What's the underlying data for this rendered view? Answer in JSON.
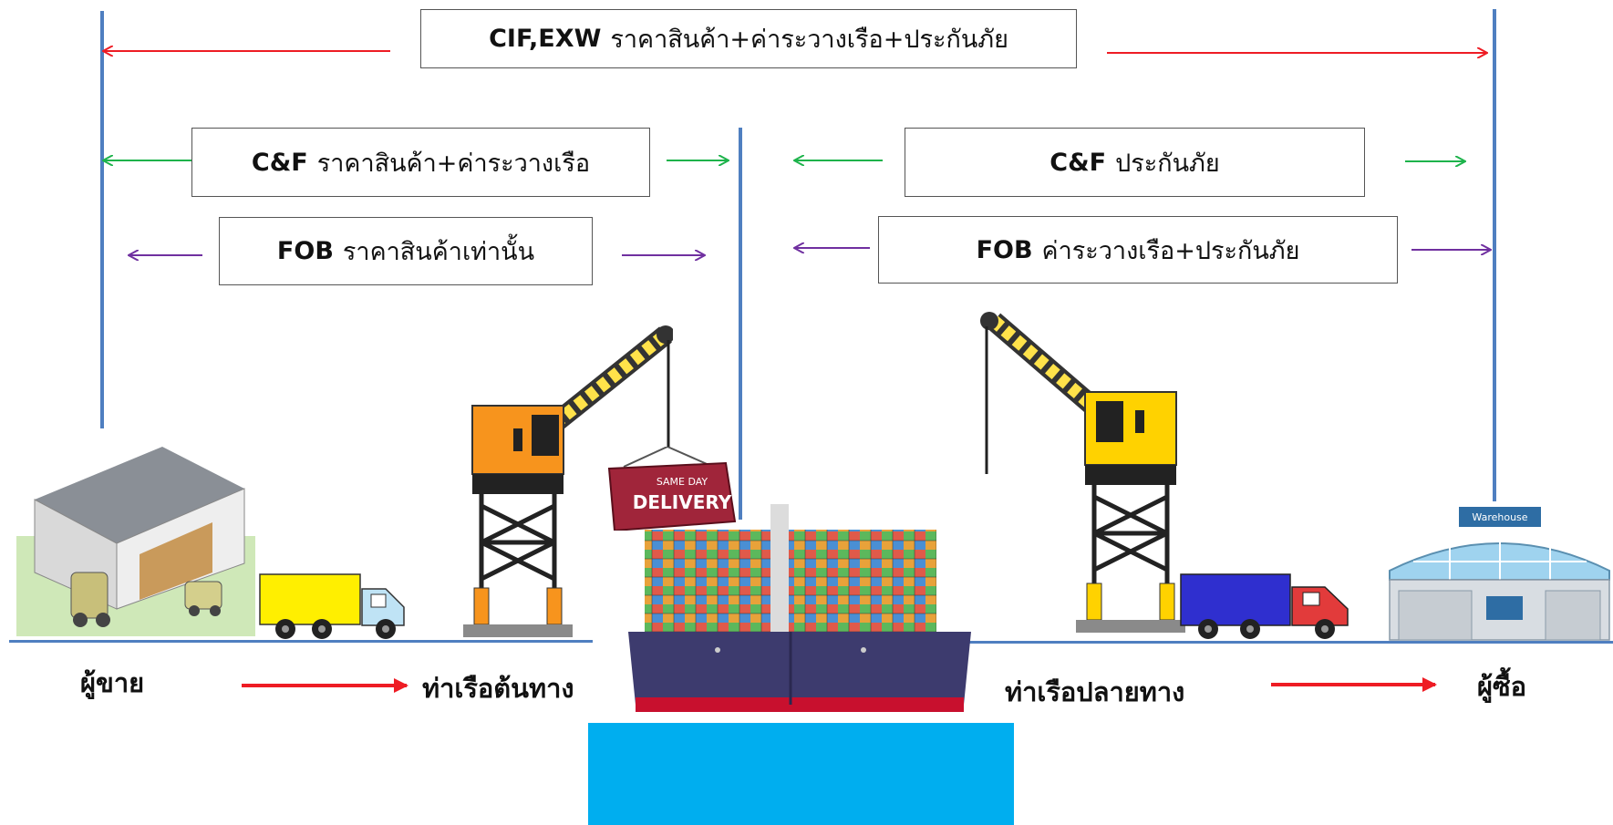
{
  "boxes": {
    "cif": {
      "term": "CIF,EXW",
      "desc": "ราคาสินค้า+ค่าระวางเรือ+ประกันภัย"
    },
    "cf_left": {
      "term": "C&F",
      "desc": "ราคาสินค้า+ค่าระวางเรือ"
    },
    "fob_left": {
      "term": "FOB",
      "desc": "ราคาสินค้าเท่านั้น"
    },
    "cf_right": {
      "term": "C&F",
      "desc": "ประกันภัย"
    },
    "fob_right": {
      "term": "FOB",
      "desc": "ค่าระวางเรือ+ประกันภัย"
    }
  },
  "labels": {
    "seller": "ผู้ขาย",
    "origin_port": "ท่าเรือต้นทาง",
    "destination_port": "ท่าเรือปลายทาง",
    "buyer": "ผู้ซื้อ"
  },
  "pictures": {
    "container_text_1": "SAME DAY",
    "container_text_2": "DELIVERY",
    "warehouse_sign": "Warehouse"
  },
  "colors": {
    "divider": "#4f7fc0",
    "arrow_red": "#ee1c24",
    "arrow_green": "#1db34b",
    "arrow_purple": "#7030a0",
    "sea": "#00aeef",
    "ship_hull": "#3d3b6e",
    "crane_orange": "#f7941d",
    "crane_yellow": "#ffd200",
    "truck_yellow": "#ffef00",
    "truck_blue": "#2f2fcf"
  }
}
